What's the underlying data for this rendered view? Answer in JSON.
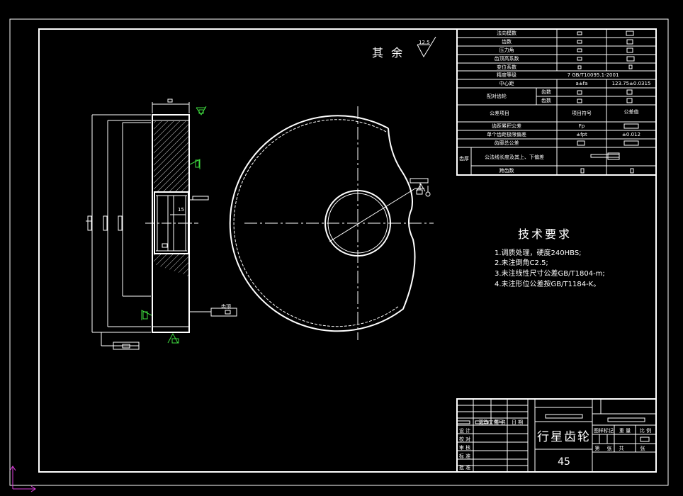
{
  "drawing": {
    "rest_label": "其 余",
    "roughness_value": "12.5",
    "hub_dim": "15"
  },
  "param_table": {
    "rows": [
      {
        "label": "法向模数",
        "symbol": "",
        "value": ""
      },
      {
        "label": "齿数",
        "symbol": "",
        "value": ""
      },
      {
        "label": "压力角",
        "symbol": "",
        "value": ""
      },
      {
        "label": "齿顶高系数",
        "symbol": "",
        "value": ""
      },
      {
        "label": "变位系数",
        "symbol": "",
        "value": ""
      },
      {
        "label": "精度等级",
        "symbol": "7 GB/T10095.1-2001",
        "value": ""
      },
      {
        "label": "中心距",
        "symbol": "a±fa",
        "value": "123.75±0.0315"
      }
    ],
    "mating": {
      "label": "配对齿轮",
      "sub1": "齿数",
      "sub2": "齿数"
    },
    "tol_header": {
      "label": "公差项目",
      "symbol": "项目符号",
      "value": "公差值"
    },
    "tol_rows": [
      {
        "label": "齿距累积公差",
        "symbol": "Fp",
        "value": ""
      },
      {
        "label": "单个齿距极限偏差",
        "symbol": "±fpt",
        "value": "±0.012"
      },
      {
        "label": "齿廓总公差",
        "symbol": "",
        "value": ""
      }
    ],
    "side": "齿厚",
    "span": "公法线长度及其上、下偏差",
    "span_teeth": "跨齿数"
  },
  "requirements": {
    "title": "技术要求",
    "items": [
      "1.调质处理，硬度240HBS;",
      "2.未注倒角C2.5;",
      "3.未注线性尺寸公差GB/T1804-m;",
      "4.未注形位公差按GB/T1184-K。"
    ]
  },
  "title_block": {
    "part_name": "行星齿轮",
    "material": "45",
    "roles": [
      "设 计",
      "校 对",
      "审 核",
      "标 准",
      "批 准"
    ],
    "small_labels": [
      "更改文件号",
      "签 名",
      "日 期"
    ],
    "stage_labels": [
      "图样标记",
      "重 量",
      "比 例"
    ],
    "sheet_labels": [
      "第",
      "张",
      "共",
      "张"
    ]
  }
}
